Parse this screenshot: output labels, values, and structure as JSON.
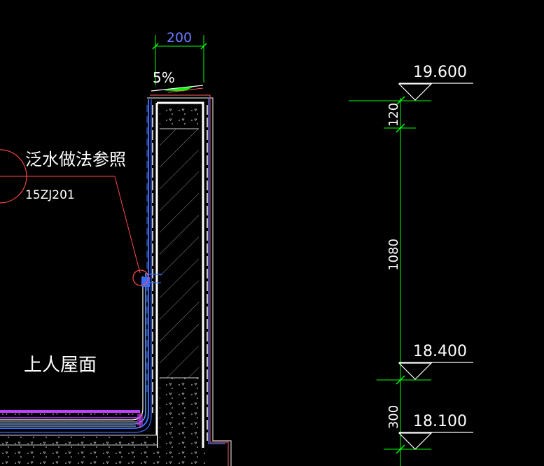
{
  "drawing": {
    "dimensions": {
      "top_width": "200",
      "slope": "5%",
      "seg_top": "120",
      "seg_mid": "1080",
      "seg_low": "300"
    },
    "elevations": {
      "top": "19.600",
      "mid": "18.400",
      "low": "18.100"
    },
    "callout": {
      "line1": "泛水做法参照",
      "line2": "15ZJ201"
    },
    "area_label": "上人屋面"
  },
  "colors": {
    "background": "#000000",
    "dimension_green": "#00ff00",
    "wall_white": "#ffffff",
    "insulation_blue": "#3a6bff",
    "leader_red": "#ff4a4a",
    "layer_magenta": "#c040ff",
    "hatch_gray": "#9a9a9a"
  }
}
